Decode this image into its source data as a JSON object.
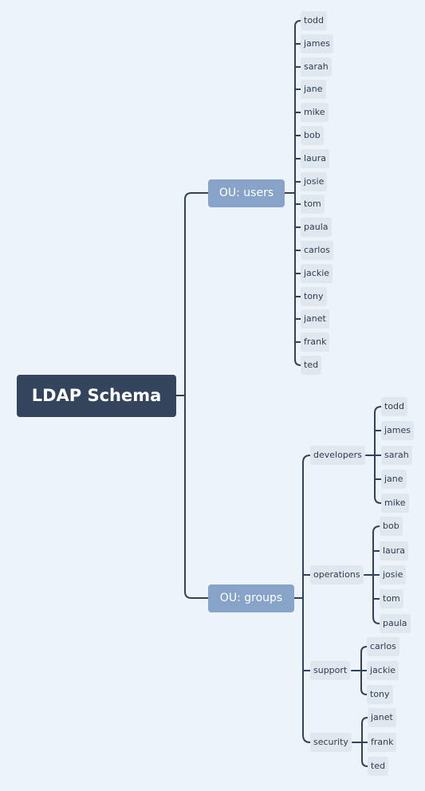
{
  "root": {
    "label": "LDAP Schema"
  },
  "ou_users": {
    "label": "OU: users",
    "members": [
      "todd",
      "james",
      "sarah",
      "jane",
      "mike",
      "bob",
      "laura",
      "josie",
      "tom",
      "paula",
      "carlos",
      "jackie",
      "tony",
      "janet",
      "frank",
      "ted"
    ]
  },
  "ou_groups": {
    "label": "OU: groups",
    "groups": [
      {
        "name": "developers",
        "members": [
          "todd",
          "james",
          "sarah",
          "jane",
          "mike"
        ]
      },
      {
        "name": "operations",
        "members": [
          "bob",
          "laura",
          "josie",
          "tom",
          "paula"
        ]
      },
      {
        "name": "support",
        "members": [
          "carlos",
          "jackie",
          "tony"
        ]
      },
      {
        "name": "security",
        "members": [
          "janet",
          "frank",
          "ted"
        ]
      }
    ]
  },
  "colors": {
    "background": "#edf3fb",
    "root_fill": "#33445c",
    "ou_fill": "#87a3c8",
    "leaf_fill": "#e1e7ef",
    "connector": "#31425a"
  }
}
